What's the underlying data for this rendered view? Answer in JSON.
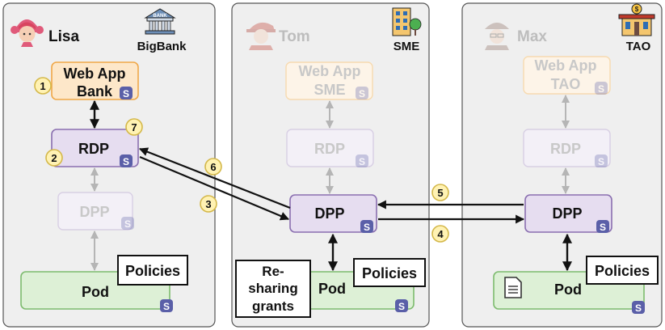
{
  "panels": [
    {
      "person": "Lisa",
      "org": "BigBank",
      "webapp": [
        "Web App",
        "Bank"
      ],
      "rdp": "RDP",
      "dpp": "DPP",
      "pod": "Pod",
      "policies": "Policies"
    },
    {
      "person": "Tom",
      "org": "SME",
      "webapp": [
        "Web App",
        "SME"
      ],
      "rdp": "RDP",
      "dpp": "DPP",
      "pod": "Pod",
      "policies": "Policies",
      "grants": [
        "Re-",
        "sharing",
        "grants"
      ]
    },
    {
      "person": "Max",
      "org": "TAO",
      "webapp": [
        "Web App",
        "TAO"
      ],
      "rdp": "RDP",
      "dpp": "DPP",
      "pod": "Pod",
      "policies": "Policies"
    }
  ],
  "icons": {
    "bank_sign": "BANK",
    "tao_sign": "$"
  },
  "steps": [
    "1",
    "2",
    "3",
    "4",
    "5",
    "6",
    "7"
  ],
  "colors": {
    "panel_bg": "#efefef",
    "panel_border": "#555555",
    "webapp_fill": "#fde7c9",
    "webapp_stroke": "#f0a848",
    "rdp_fill": "#e6ddf0",
    "rdp_stroke": "#8a6fb0",
    "pod_fill": "#ddf0d6",
    "pod_stroke": "#7dbb6e",
    "solid_badge": "#5a5fa8",
    "step_fill": "#fff2b3",
    "step_stroke": "#d4b84a",
    "arrow": "#111111"
  }
}
